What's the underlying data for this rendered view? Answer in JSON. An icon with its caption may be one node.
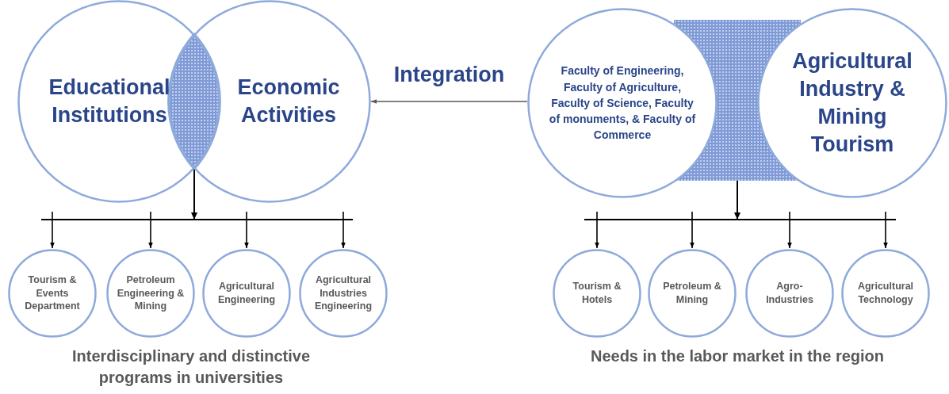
{
  "diagram": {
    "nodes": [
      {
        "text": [
          "Educational Institutions"
        ]
      },
      {
        "text": [],
        "shape": "lens"
      },
      {
        "text": [
          "Economic Activities"
        ]
      },
      {
        "text": [
          "Faculty of Engineering, Faculty of Agriculture, Faculty of Science, Faculty of monuments, & Faculty of Commerce"
        ]
      },
      {
        "text": [],
        "shape": "box"
      },
      {
        "text": [
          "Agricultural Industry & Mining Tourism"
        ]
      },
      {
        "text": [
          "Tourism & Events Department"
        ]
      },
      {
        "text": [
          "Petroleum Engineering & Mining"
        ]
      },
      {
        "text": [
          "Agricultural Engineering"
        ]
      },
      {
        "text": [
          "Agricultural Industries Engineering"
        ]
      },
      {
        "text": [
          "Tourism & Hotels"
        ]
      },
      {
        "text": [
          "Petroleum & Mining"
        ]
      },
      {
        "text": [
          "Agro-Industries"
        ]
      },
      {
        "text": [
          "Agricultural Technology"
        ]
      }
    ],
    "edges": [
      {
        "from": 3,
        "to": 2,
        "arrow": "to",
        "label": "Integration",
        "color": "#595959"
      },
      {
        "from": 1,
        "to": 6,
        "arrow": "to"
      },
      {
        "from": 1,
        "to": 7,
        "arrow": "to"
      },
      {
        "from": 1,
        "to": 8,
        "arrow": "to"
      },
      {
        "from": 1,
        "to": 9,
        "arrow": "to"
      },
      {
        "from": 4,
        "to": 10,
        "arrow": "to"
      },
      {
        "from": 4,
        "to": 11,
        "arrow": "to"
      },
      {
        "from": 4,
        "to": 12,
        "arrow": "to"
      },
      {
        "from": 4,
        "to": 13,
        "arrow": "to"
      }
    ],
    "labels": [
      "Interdisciplinary and distinctive programs in universities",
      "Needs in the labor market in the region"
    ]
  }
}
